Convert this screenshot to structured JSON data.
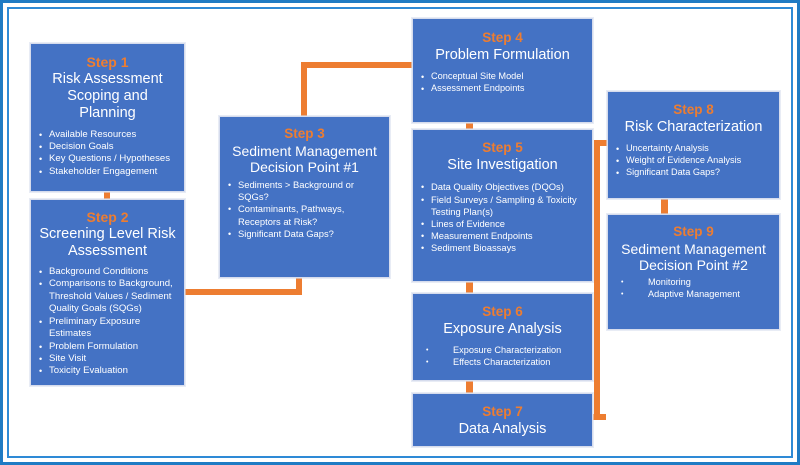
{
  "diagram": {
    "colors": {
      "box_fill": "#4472C4",
      "accent": "#ED7D31",
      "frame_outer": "#1f7bc4",
      "frame_inner": "#2e8ad6",
      "text": "#FFFFFF"
    },
    "steps": [
      {
        "id": "step1",
        "number": "Step 1",
        "title": "Risk Assessment Scoping and Planning",
        "bullets": [
          "Available Resources",
          "Decision Goals",
          "Key Questions / Hypotheses",
          "Stakeholder Engagement"
        ]
      },
      {
        "id": "step2",
        "number": "Step 2",
        "title": "Screening Level Risk Assessment",
        "bullets": [
          "Background Conditions",
          "Comparisons to Background, Threshold Values / Sediment Quality Goals (SQGs)",
          "Preliminary Exposure Estimates",
          "Problem Formulation",
          "Site Visit",
          "Toxicity Evaluation"
        ]
      },
      {
        "id": "step3",
        "number": "Step 3",
        "title": "Sediment Management Decision Point #1",
        "bullets": [
          "Sediments > Background or SQGs?",
          "Contaminants, Pathways, Receptors at Risk?",
          "Significant Data Gaps?"
        ]
      },
      {
        "id": "step4",
        "number": "Step 4",
        "title": "Problem Formulation",
        "bullets": [
          "Conceptual Site Model",
          "Assessment Endpoints"
        ]
      },
      {
        "id": "step5",
        "number": "Step 5",
        "title": "Site Investigation",
        "bullets": [
          "Data Quality Objectives (DQOs)",
          "Field Surveys / Sampling & Toxicity Testing Plan(s)",
          "Lines of Evidence",
          "Measurement Endpoints",
          "Sediment Bioassays"
        ]
      },
      {
        "id": "step6",
        "number": "Step 6",
        "title": "Exposure Analysis",
        "bullets": [
          "Exposure Characterization",
          "Effects Characterization"
        ]
      },
      {
        "id": "step7",
        "number": "Step 7",
        "title": "Data Analysis",
        "bullets": []
      },
      {
        "id": "step8",
        "number": "Step 8",
        "title": "Risk Characterization",
        "bullets": [
          "Uncertainty Analysis",
          "Weight of Evidence Analysis",
          "Significant Data Gaps?"
        ]
      },
      {
        "id": "step9",
        "number": "Step 9",
        "title": "Sediment Management Decision Point #2",
        "bullets": [
          "Monitoring",
          "Adaptive Management"
        ]
      }
    ]
  }
}
